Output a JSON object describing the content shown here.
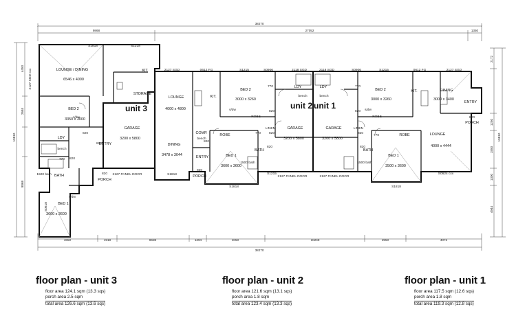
{
  "dimensions": {
    "top_overall": "38270",
    "top_left": "9868",
    "top_middle": "27052",
    "top_right": "1350",
    "bottom_overall": "38270",
    "bottom": [
      "4650",
      "1918",
      "8638",
      "1394",
      "4050",
      "10248",
      "3950",
      "4072"
    ],
    "left_outer": "19810",
    "left_top": "4450",
    "left_bottom": "8868",
    "left_mid": "2684",
    "right_outer": "19810",
    "right_top": "2172",
    "right_mid": [
      "1250",
      "1550",
      "1300"
    ],
    "right_bottom": "4944"
  },
  "units": [
    {
      "id": "unit3",
      "label": "unit 3",
      "title": "floor plan - unit 3",
      "floor_area": "floor area 124.1 sqm (13.3 sqs)",
      "porch_area": "porch area 2.5 sqm",
      "total_area": "total area 126.6 sqm (13.6 sqs)"
    },
    {
      "id": "unit2",
      "label": "unit 2",
      "title": "floor plan - unit 2",
      "floor_area": "floor area 121.6 sqm (13.1 sqs)",
      "porch_area": "porch area 1.8 sqm",
      "total_area": "total area 123.4 sqm (13.3 sqs)"
    },
    {
      "id": "unit1",
      "label": "unit 1",
      "title": "floor plan - unit 1",
      "floor_area": "floor area 117.5 sqm (12.6 sqs)",
      "porch_area": "porch area 1.8 sqm",
      "total_area": "total area 119.3 sqm (12.8 sqs)"
    }
  ],
  "rooms": {
    "u3_lounge": "LOUNGE / DINING",
    "u3_lounge_dim": "6546 x 4000",
    "u3_bed2": "BED 2",
    "u3_bed2_dim": "3350 x 3000",
    "u3_bed1": "BED 1",
    "u3_bed1_dim": "3600 x 3600",
    "u3_garage": "GARAGE",
    "u3_garage_dim": "3200 x 5800",
    "u3_kit": "KIT.",
    "u3_storage": "STORAGE",
    "u3_ldy": "LDY",
    "u3_bath": "BATH",
    "u3_entry": "ENTRY",
    "u3_porch": "PORCH",
    "u2_lounge": "LOUNGE",
    "u2_lounge_dim": "4000 x 4800",
    "u2_dining": "DINING",
    "u2_dining_dim": "3478 x 3044",
    "u2_bed2": "BED 2",
    "u2_bed2_dim": "3000 x 3260",
    "u2_bed1": "BED 1",
    "u2_bed1_dim": "3600 x 3600",
    "u2_garage": "GARAGE",
    "u2_garage_dim": "3200 x 5800",
    "u2_kit": "KIT.",
    "u2_ldy": "LDY",
    "u2_bath": "BATH",
    "u2_robe": "ROBE",
    "u2_comp": "COMP.",
    "u2_entry": "ENTRY",
    "u2_porch": "PORCH",
    "u1_lounge": "LOUNGE",
    "u1_lounge_dim": "4000 x 4444",
    "u1_dining": "DINING",
    "u1_dining_dim": "3000 x 3400",
    "u1_bed2": "BED 2",
    "u1_bed2_dim": "3000 x 3260",
    "u1_bed1": "BED 1",
    "u1_bed1_dim": "3500 x 3600",
    "u1_garage": "GARAGE",
    "u1_garage_dim": "3200 x 5800",
    "u1_kit": "KIT.",
    "u1_ldy": "LDY",
    "u1_bath": "BATH",
    "u1_robe": "ROBE",
    "u1_entry": "ENTRY",
    "u1_porch": "PORCH"
  },
  "labels": {
    "window_s1818": "S1818",
    "window_s1218": "S1218",
    "window_s1215": "S1215",
    "window_s0906": "S0906",
    "window_sgd": "2127 SGD",
    "window_fg": "0612 FG",
    "window_2118_sgd": "2118 SGD",
    "window_2127_sgd_cxx": "2127 SGD cxx",
    "window_s0624_cxx": "S0624 cxx",
    "panel_door": "2127 PANEL DOOR",
    "door_820": "820",
    "door_770": "770",
    "sdw": "s/dw",
    "linen": "LINEN",
    "bench": "bench",
    "bath_1500": "1500 bath",
    "robe": "ROBE"
  }
}
